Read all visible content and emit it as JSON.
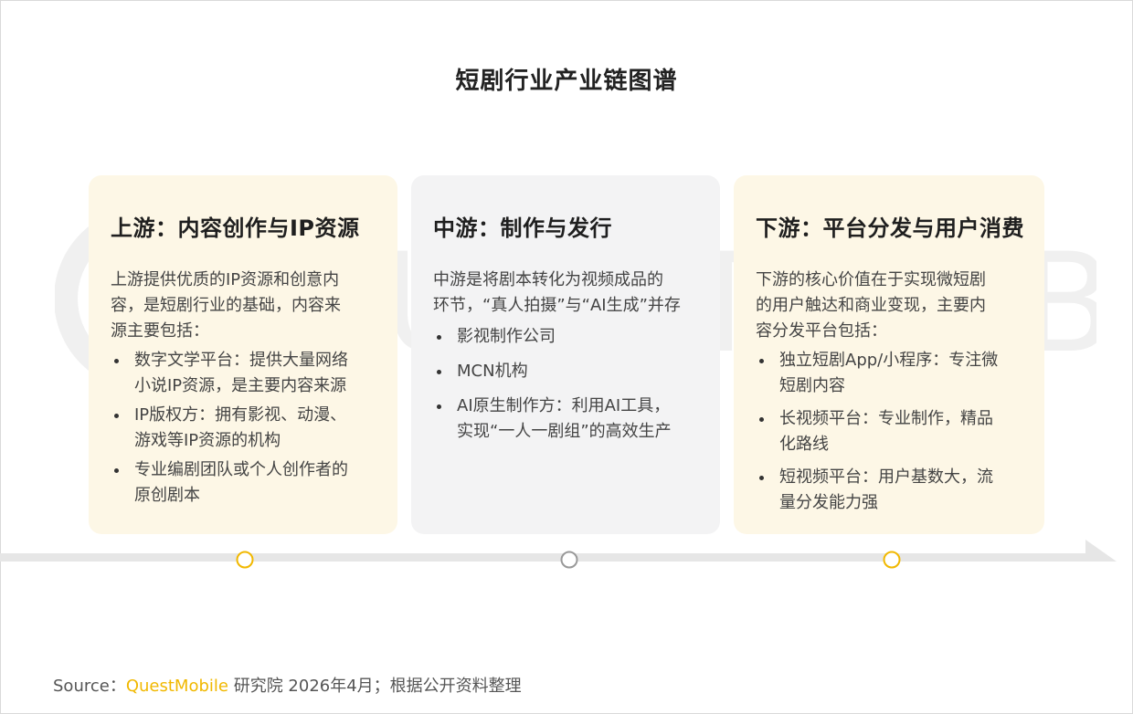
{
  "title": "短剧行业产业链图谱",
  "watermark": {
    "text": "QUESTMOBILE"
  },
  "colors": {
    "accent": "#f1b800",
    "warm_card": "#fdf7e6",
    "gray_card": "#f3f3f4",
    "timeline": "#e6e6e6"
  },
  "stages": [
    {
      "heading": "上游：内容创作与IP资源",
      "desc": [
        "上游提供优质的IP资源和创意内",
        "容，是短剧行业的基础，内容来",
        "源主要包括："
      ],
      "items": [
        [
          "数字文学平台：提供大量网络",
          "小说IP资源，是主要内容来源"
        ],
        [
          "IP版权方：拥有影视、动漫、",
          "游戏等IP资源的机构"
        ],
        [
          "专业编剧团队或个人创作者的",
          "原创剧本"
        ]
      ]
    },
    {
      "heading": "中游：制作与发行",
      "desc": [
        "中游是将剧本转化为视频成品的",
        "环节，“真人拍摄”与“AI生成”并存"
      ],
      "items": [
        [
          "影视制作公司"
        ],
        [
          "MCN机构"
        ],
        [
          "AI原生制作方：利用AI工具，",
          "实现“一人一剧组”的高效生产"
        ]
      ]
    },
    {
      "heading": "下游：平台分发与用户消费",
      "desc": [
        "下游的核心价值在于实现微短剧",
        "的用户触达和商业变现，主要内",
        "容分发平台包括："
      ],
      "items": [
        [
          "独立短剧App/小程序：专注微",
          "短剧内容"
        ],
        [
          "长视频平台：专业制作，精品",
          "化路线"
        ],
        [
          "短视频平台：用户基数大，流",
          "量分发能力强"
        ]
      ]
    }
  ],
  "source": {
    "prefix": "Source：",
    "brand": "QuestMobile",
    "suffix": " 研究院 2026年4月；根据公开资料整理"
  }
}
